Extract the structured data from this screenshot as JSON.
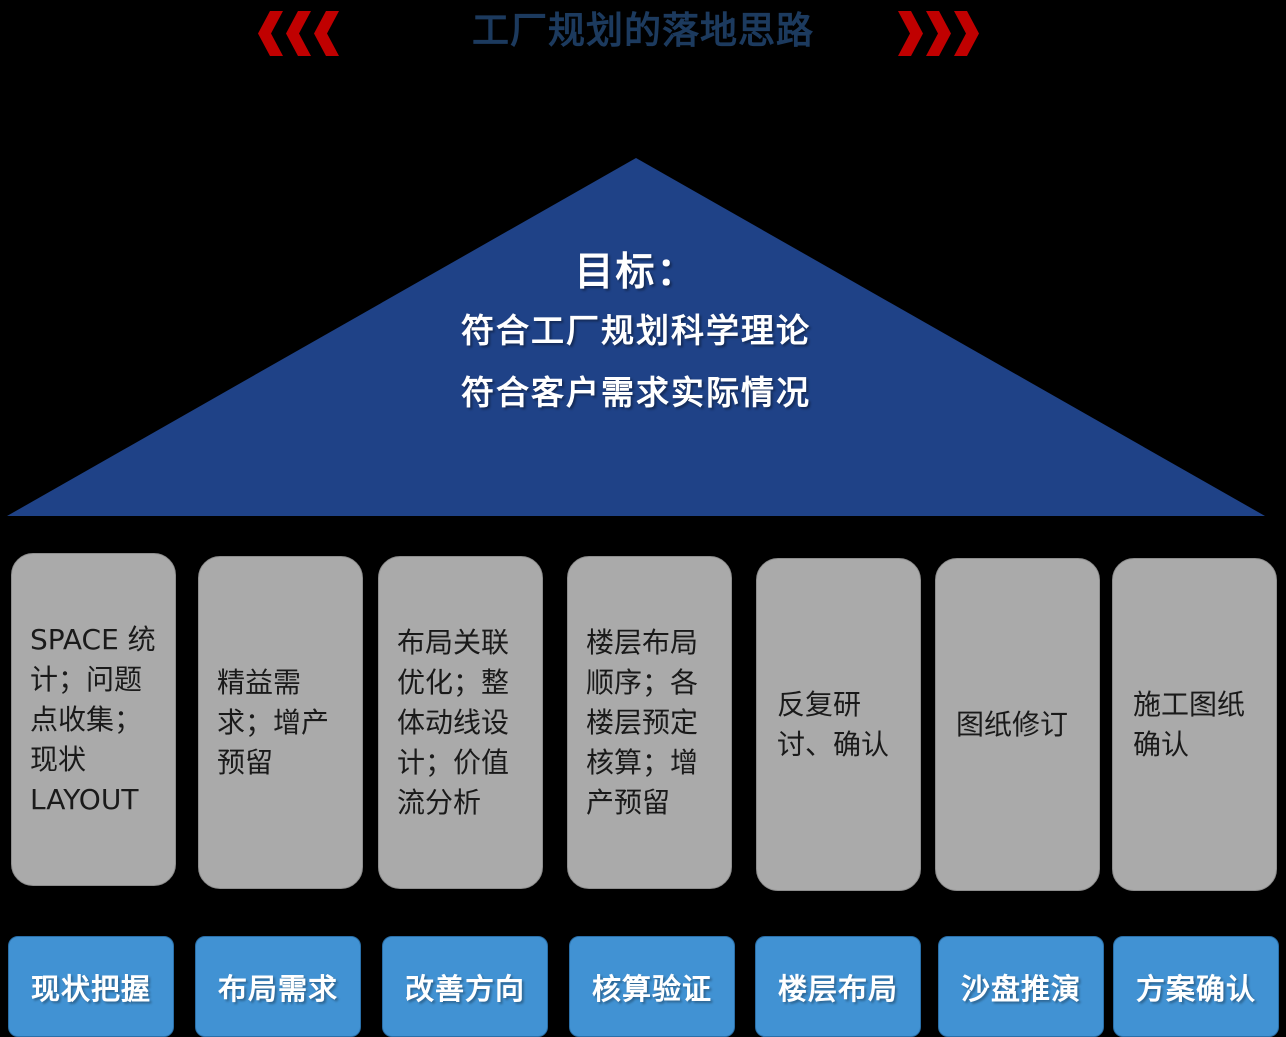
{
  "header": {
    "title": "工厂规划的落地思路",
    "title_color": "#1c3a5e",
    "chevron_color": "#c00000",
    "chevrons_left": [
      "chevron-left-icon",
      "chevron-left-icon",
      "chevron-left-icon"
    ],
    "chevrons_right": [
      "chevron-right-icon",
      "chevron-right-icon",
      "chevron-right-icon"
    ]
  },
  "roof": {
    "fill_color": "#1f4287",
    "goal_title": "目标：",
    "goal_lines": [
      "符合工厂规划科学理论",
      "符合客户需求实际情况"
    ]
  },
  "pillars": {
    "fill_color": "#aaaaaa",
    "items": [
      {
        "text": "SPACE 统计；问题点收集；现状LAYOUT"
      },
      {
        "text": "精益需求；增产预留"
      },
      {
        "text": "布局关联优化；整体动线设计；价值流分析"
      },
      {
        "text": "楼层布局顺序；各楼层预定核算；增产预留"
      },
      {
        "text": "反复研讨、确认"
      },
      {
        "text": "图纸修订"
      },
      {
        "text": "施工图纸确认"
      }
    ]
  },
  "base": {
    "fill_color": "#4192d3",
    "items": [
      {
        "label": "现状把握"
      },
      {
        "label": "布局需求"
      },
      {
        "label": "改善方向"
      },
      {
        "label": "核算验证"
      },
      {
        "label": "楼层布局"
      },
      {
        "label": "沙盘推演"
      },
      {
        "label": "方案确认"
      }
    ]
  }
}
